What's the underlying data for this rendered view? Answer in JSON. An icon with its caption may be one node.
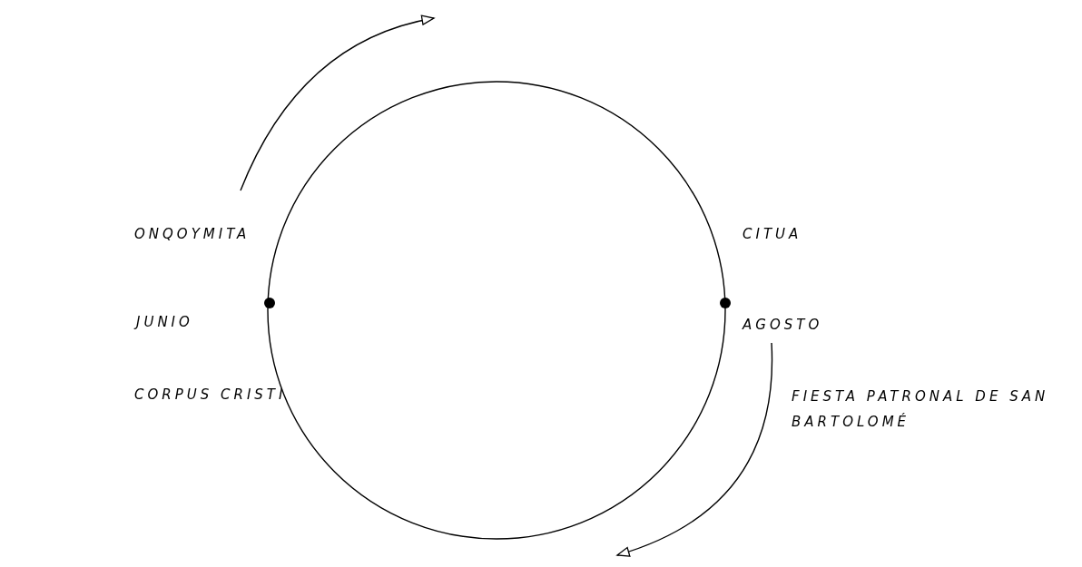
{
  "diagram": {
    "nodes": [
      {
        "text": [],
        "shape": "circle"
      },
      {
        "text": [],
        "shape": "circle"
      },
      {
        "text": [],
        "shape": "circle"
      }
    ],
    "labels": [
      "ONQOYMITA",
      "CITUA",
      "JUNIO",
      "AGOSTO",
      "CORPUS CRISTI",
      "FIESTA PATRONAL DE SAN BARTOLOMÉ"
    ]
  }
}
